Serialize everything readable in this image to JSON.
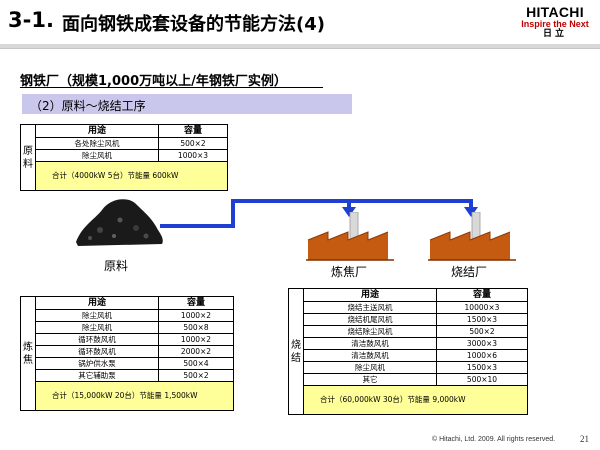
{
  "header": {
    "title_number": "3-1.",
    "title_text": "面向钢铁成套设备的节能方法(4)",
    "logo_brand": "HITACHI",
    "logo_tagline": "Inspire the Next",
    "logo_kanji": "日立"
  },
  "subtitle": "钢铁厂（规模1,000万吨以上/年钢铁厂实例）",
  "section_label": "（2）原料～烧结工序",
  "raw_table": {
    "side_label": "原料",
    "col_use": "用途",
    "col_capacity": "容量",
    "rows": [
      {
        "use": "各处除尘风机",
        "capacity": "500×2"
      },
      {
        "use": "除尘风机",
        "capacity": "1000×3"
      }
    ],
    "total": "合计（4000kW  5台）节能量   600kW"
  },
  "coking_table": {
    "side_label": "炼焦",
    "col_use": "用途",
    "col_capacity": "容量",
    "rows": [
      {
        "use": "除尘风机",
        "capacity": "1000×2"
      },
      {
        "use": "除尘风机",
        "capacity": "500×8"
      },
      {
        "use": "循环鼓风机",
        "capacity": "1000×2"
      },
      {
        "use": "循环鼓风机",
        "capacity": "2000×2"
      },
      {
        "use": "锅炉供水泵",
        "capacity": "500×4"
      },
      {
        "use": "其它辅助泵",
        "capacity": "500×2"
      }
    ],
    "total": "合计（15,000kW  20台）节能量    1,500kW"
  },
  "sinter_table": {
    "side_label": "烧结",
    "col_use": "用途",
    "col_capacity": "容量",
    "rows": [
      {
        "use": "烧结主送风机",
        "capacity": "10000×3"
      },
      {
        "use": "烧结机尾风机",
        "capacity": "1500×3"
      },
      {
        "use": "烧结除尘风机",
        "capacity": "500×2"
      },
      {
        "use": "清洁鼓风机",
        "capacity": "3000×3"
      },
      {
        "use": "清洁鼓风机",
        "capacity": "1000×6"
      },
      {
        "use": "除尘风机",
        "capacity": "1500×3"
      },
      {
        "use": "其它",
        "capacity": "500×10"
      }
    ],
    "total": "合计（60,000kW  30台）节能量    9,000kW"
  },
  "flow": {
    "raw_label": "原料",
    "coking_plant_label": "炼焦厂",
    "sinter_plant_label": "烧结厂",
    "pipe_color": "#1f3fd3"
  },
  "footer": {
    "copyright": "© Hitachi, Ltd. 2009.  All rights reserved.",
    "page_number": "21"
  }
}
